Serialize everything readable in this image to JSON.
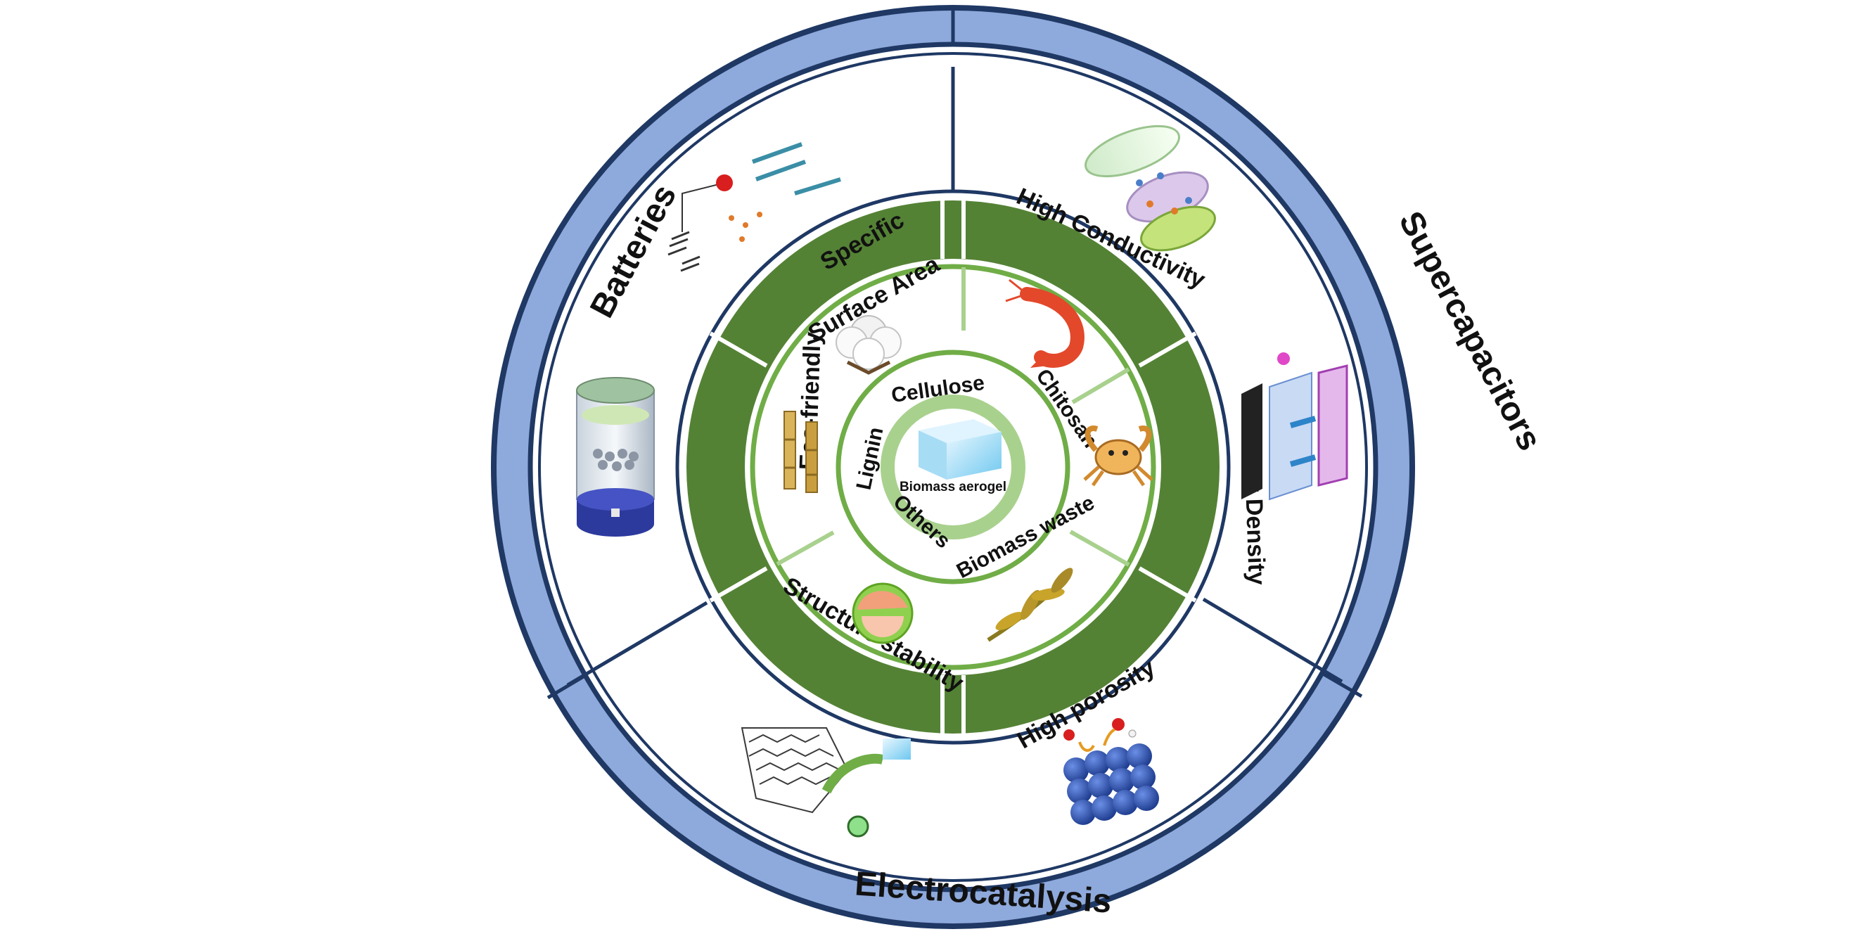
{
  "center": {
    "label": "Biomass aerogel"
  },
  "materials": [
    "Cellulose",
    "Chitosan",
    "Biomass waste",
    "Others",
    "Lignin"
  ],
  "properties": [
    "High Conductivity",
    "Low Density",
    "High porosity",
    "Structure stability",
    "Eco-friendly",
    "Specific",
    "Surface Area"
  ],
  "applications": [
    "Supercapacitors",
    "Electrocatalysis",
    "Batteries"
  ],
  "colors": {
    "outer_ring": "#8EA9DB",
    "outline": "#1F3864",
    "property_ring": "#548235",
    "material_ring": "#70AD47",
    "core": "#A9D18E"
  },
  "icons": [
    "cotton-icon",
    "shrimp-icon",
    "crab-icon",
    "kelp-icon",
    "pomelo-icon",
    "bamboo-icon",
    "aerogel-block-icon",
    "supercapacitor-disc-icon",
    "supercapacitor-cell-icon",
    "graphene-sheet-icon",
    "electrocatalyst-cluster-icon",
    "battery-cylinder-icon",
    "battery-schematic-icon"
  ]
}
